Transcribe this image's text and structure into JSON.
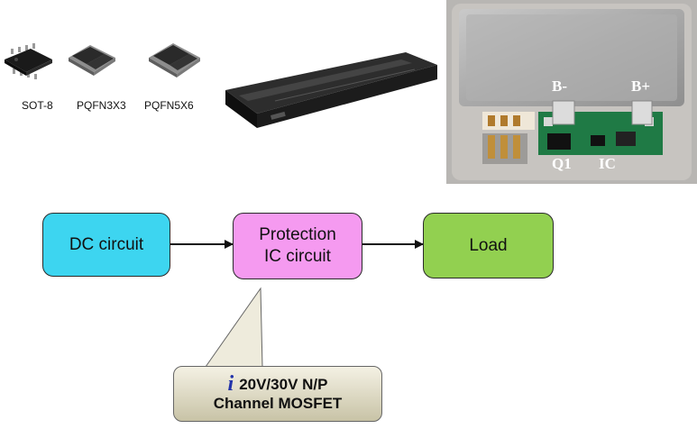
{
  "packages": [
    {
      "label": "SOT-8"
    },
    {
      "label": "PQFN3X3"
    },
    {
      "label": "PQFN5X6"
    }
  ],
  "photo": {
    "labels": {
      "b_minus": "B-",
      "b_plus": "B+",
      "q1": "Q1",
      "ic": "IC"
    }
  },
  "flow": {
    "dc": "DC circuit",
    "protection": "Protection\nIC circuit",
    "load": "Load"
  },
  "callout": {
    "line1": "20V/30V N/P",
    "line2": "Channel MOSFET",
    "logo_letter": "i"
  },
  "colors": {
    "dc": "#3dd5f0",
    "protection": "#f59af0",
    "load": "#92d050",
    "callout_top": "#f4f1e4",
    "callout_bottom": "#c8c3a6",
    "logo": "#2233aa"
  }
}
